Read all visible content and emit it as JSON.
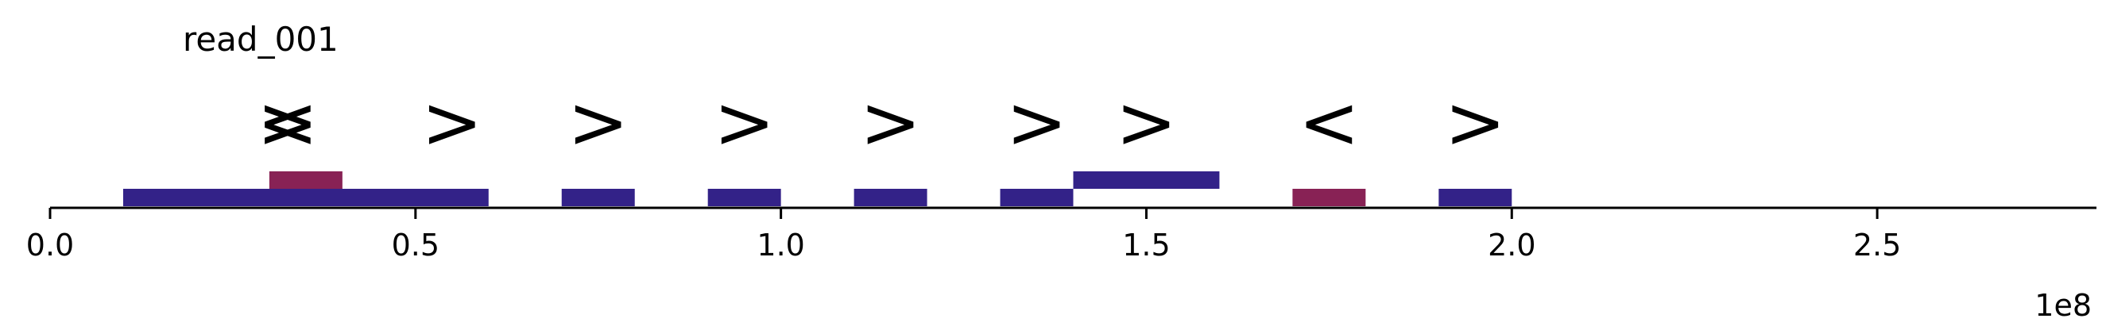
{
  "chart_data": {
    "type": "genomic-track",
    "title": "read_001",
    "xlim": [
      0,
      280000000
    ],
    "xticks": [
      0,
      50000000,
      100000000,
      150000000,
      200000000,
      250000000
    ],
    "xtick_labels": [
      "0.0",
      "0.5",
      "1.0",
      "1.5",
      "2.0",
      "2.5"
    ],
    "offset_label": "1e8",
    "grid": false,
    "colors": {
      "forward": "#332288",
      "reverse": "#882255",
      "axis": "#000000"
    },
    "segments": [
      {
        "start": 10000000,
        "end": 60000000,
        "strand": "+",
        "row": 0
      },
      {
        "start": 30000000,
        "end": 40000000,
        "strand": "-",
        "row": 1
      },
      {
        "start": 70000000,
        "end": 80000000,
        "strand": "+",
        "row": 0
      },
      {
        "start": 90000000,
        "end": 100000000,
        "strand": "+",
        "row": 0
      },
      {
        "start": 110000000,
        "end": 120000000,
        "strand": "+",
        "row": 0
      },
      {
        "start": 130000000,
        "end": 140000000,
        "strand": "+",
        "row": 0
      },
      {
        "start": 140000000,
        "end": 160000000,
        "strand": "+",
        "row": 1
      },
      {
        "start": 170000000,
        "end": 180000000,
        "strand": "-",
        "row": 0
      },
      {
        "start": 190000000,
        "end": 200000000,
        "strand": "+",
        "row": 0
      }
    ],
    "markers": [
      {
        "x": 32500000,
        "symbol": ">"
      },
      {
        "x": 32500000,
        "symbol": "<"
      },
      {
        "x": 55000000,
        "symbol": ">"
      },
      {
        "x": 75000000,
        "symbol": ">"
      },
      {
        "x": 95000000,
        "symbol": ">"
      },
      {
        "x": 115000000,
        "symbol": ">"
      },
      {
        "x": 135000000,
        "symbol": ">"
      },
      {
        "x": 150000000,
        "symbol": ">"
      },
      {
        "x": 175000000,
        "symbol": "<"
      },
      {
        "x": 195000000,
        "symbol": ">"
      }
    ]
  }
}
